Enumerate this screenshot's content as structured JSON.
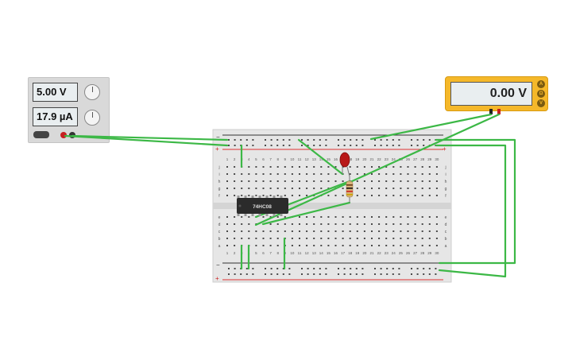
{
  "power_supply": {
    "voltage": "5.00 V",
    "current": "17.9 µA",
    "terminal_labels": [
      "+",
      "−"
    ]
  },
  "multimeter": {
    "reading": "0.00 V",
    "mode_buttons": [
      "A",
      "Ω",
      "V"
    ]
  },
  "breadboard": {
    "rail_plus": "+",
    "rail_minus": "−",
    "row_letters_top": [
      "j",
      "i",
      "h",
      "g",
      "f"
    ],
    "row_letters_bottom": [
      "e",
      "d",
      "c",
      "b",
      "a"
    ],
    "column_numbers": [
      "1",
      "2",
      "3",
      "4",
      "5",
      "6",
      "7",
      "8",
      "9",
      "10",
      "11",
      "12",
      "13",
      "14",
      "15",
      "16",
      "17",
      "18",
      "19",
      "20",
      "21",
      "22",
      "23",
      "24",
      "25",
      "26",
      "27",
      "28",
      "29",
      "30"
    ]
  },
  "chip": {
    "label": "74HC08"
  },
  "colors": {
    "wire": "#3cb846",
    "board": "#e6e6e6",
    "rail_red": "#d33",
    "rail_dark": "#333",
    "meter_body": "#f5b82a",
    "led": "#b81818"
  }
}
